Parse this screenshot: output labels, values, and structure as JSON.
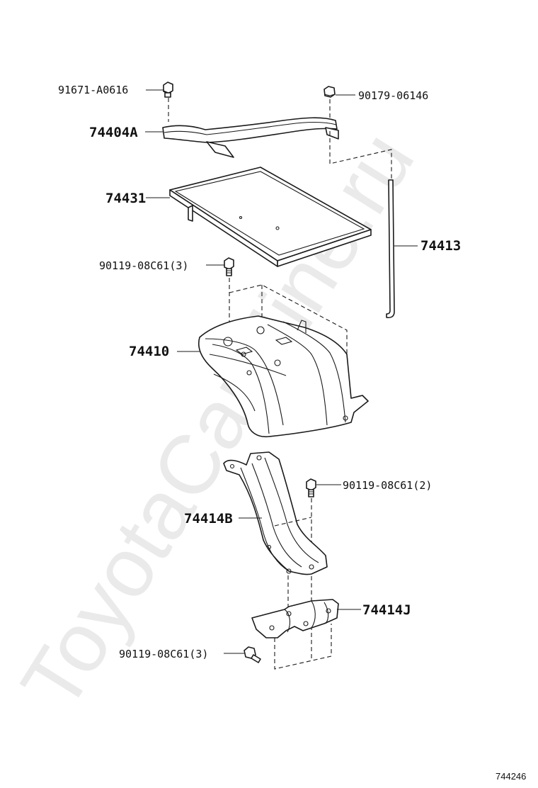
{
  "watermark": "ToyotaCarMine.ru",
  "figure_id": "744246",
  "labels": {
    "p91671": "91671-A0616",
    "p90179": "90179-06146",
    "p74404A": "74404A",
    "p74431": "74431",
    "p74413": "74413",
    "p90119_top": "90119-08C61(3)",
    "p74410": "74410",
    "p90119_mid": "90119-08C61(2)",
    "p74414B": "74414B",
    "p74414J": "74414J",
    "p90119_bot": "90119-08C61(3)"
  }
}
